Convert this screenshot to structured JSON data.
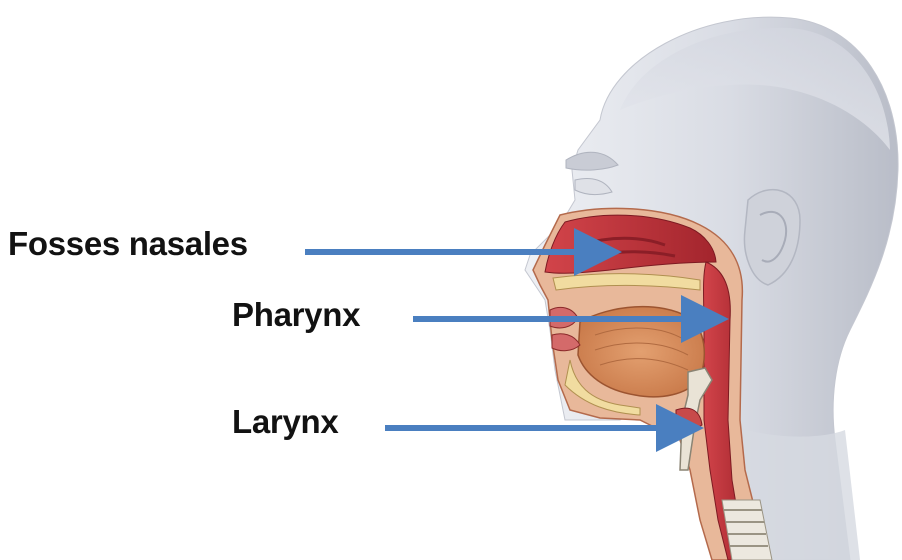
{
  "diagram": {
    "labels": {
      "fosses_nasales": "Fosses nasales",
      "pharynx": "Pharynx",
      "larynx": "Larynx"
    },
    "arrow_color": "#4a7fc0"
  }
}
